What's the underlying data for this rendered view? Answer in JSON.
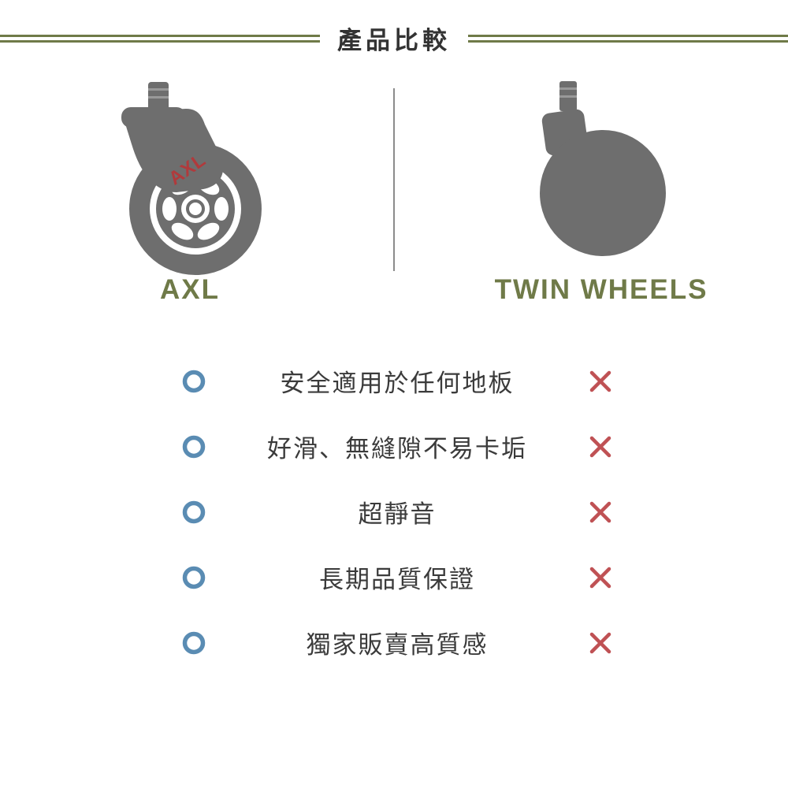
{
  "header": {
    "title": "產品比較"
  },
  "products": {
    "left": {
      "label": "AXL",
      "logo_text": "AXL"
    },
    "right": {
      "label": "TWIN WHEELS"
    }
  },
  "comparison": {
    "rows": [
      {
        "feature": "安全適用於任何地板",
        "axl": "yes",
        "twin_wheels": "no"
      },
      {
        "feature": "好滑、無縫隙不易卡垢",
        "axl": "yes",
        "twin_wheels": "no"
      },
      {
        "feature": "超靜音",
        "axl": "yes",
        "twin_wheels": "no"
      },
      {
        "feature": "長期品質保證",
        "axl": "yes",
        "twin_wheels": "no"
      },
      {
        "feature": "獨家販賣高質感",
        "axl": "yes",
        "twin_wheels": "no"
      }
    ]
  },
  "icons": {
    "supported": "o-circle-icon",
    "unsupported": "x-mark-icon"
  },
  "colors": {
    "olive_accent": "#6f7a48",
    "wheel_gray": "#6e6e6e",
    "supported_blue": "#5a8cb3",
    "unsupported_red": "#bf5154",
    "text_dark": "#3b3b3b"
  }
}
